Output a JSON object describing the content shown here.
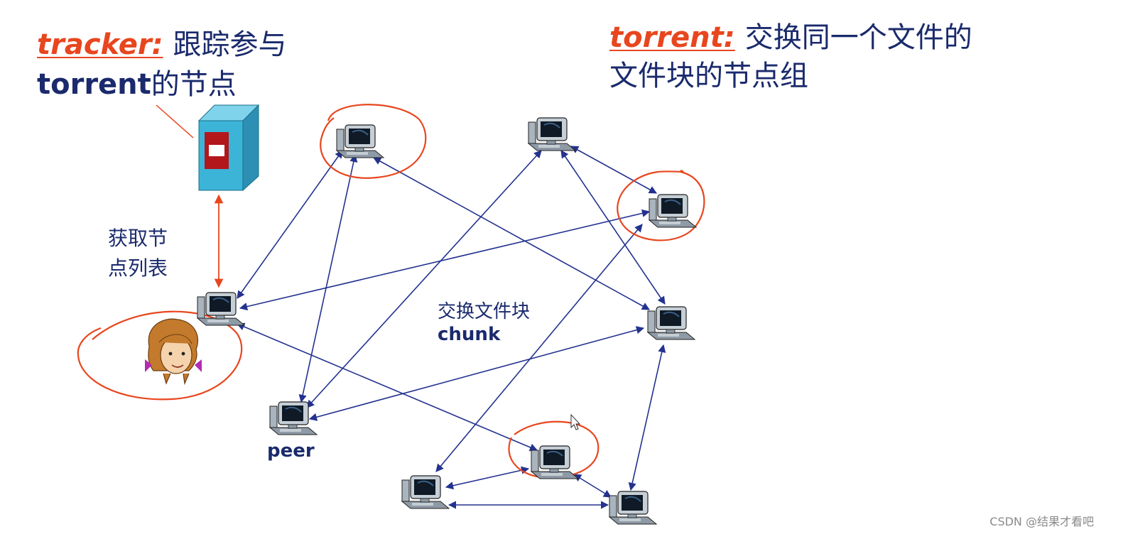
{
  "colors": {
    "accent_red": "#e8461e",
    "navy": "#1a2a6c",
    "arrow": "#23328f",
    "server_blue": "#3bb4d8",
    "server_red": "#b3161b"
  },
  "tracker_title": {
    "keyword": "tracker:",
    "rest1": "跟踪参与",
    "line2_keyword": "torrent",
    "line2_rest": "的节点"
  },
  "torrent_title": {
    "keyword": "torrent:",
    "rest1": "交换同一个文件的",
    "line2": "文件块的节点组"
  },
  "labels": {
    "get_list_line1": "获取节",
    "get_list_line2": "点列表",
    "exchange_line1": "交换文件块",
    "exchange_line2": "chunk",
    "peer": "peer"
  },
  "icons": {
    "server": "tracker-server-icon",
    "computer": "computer-icon",
    "user": "user-girl-icon",
    "cursor": "mouse-cursor-icon"
  },
  "watermark": "CSDN @结果才看吧"
}
